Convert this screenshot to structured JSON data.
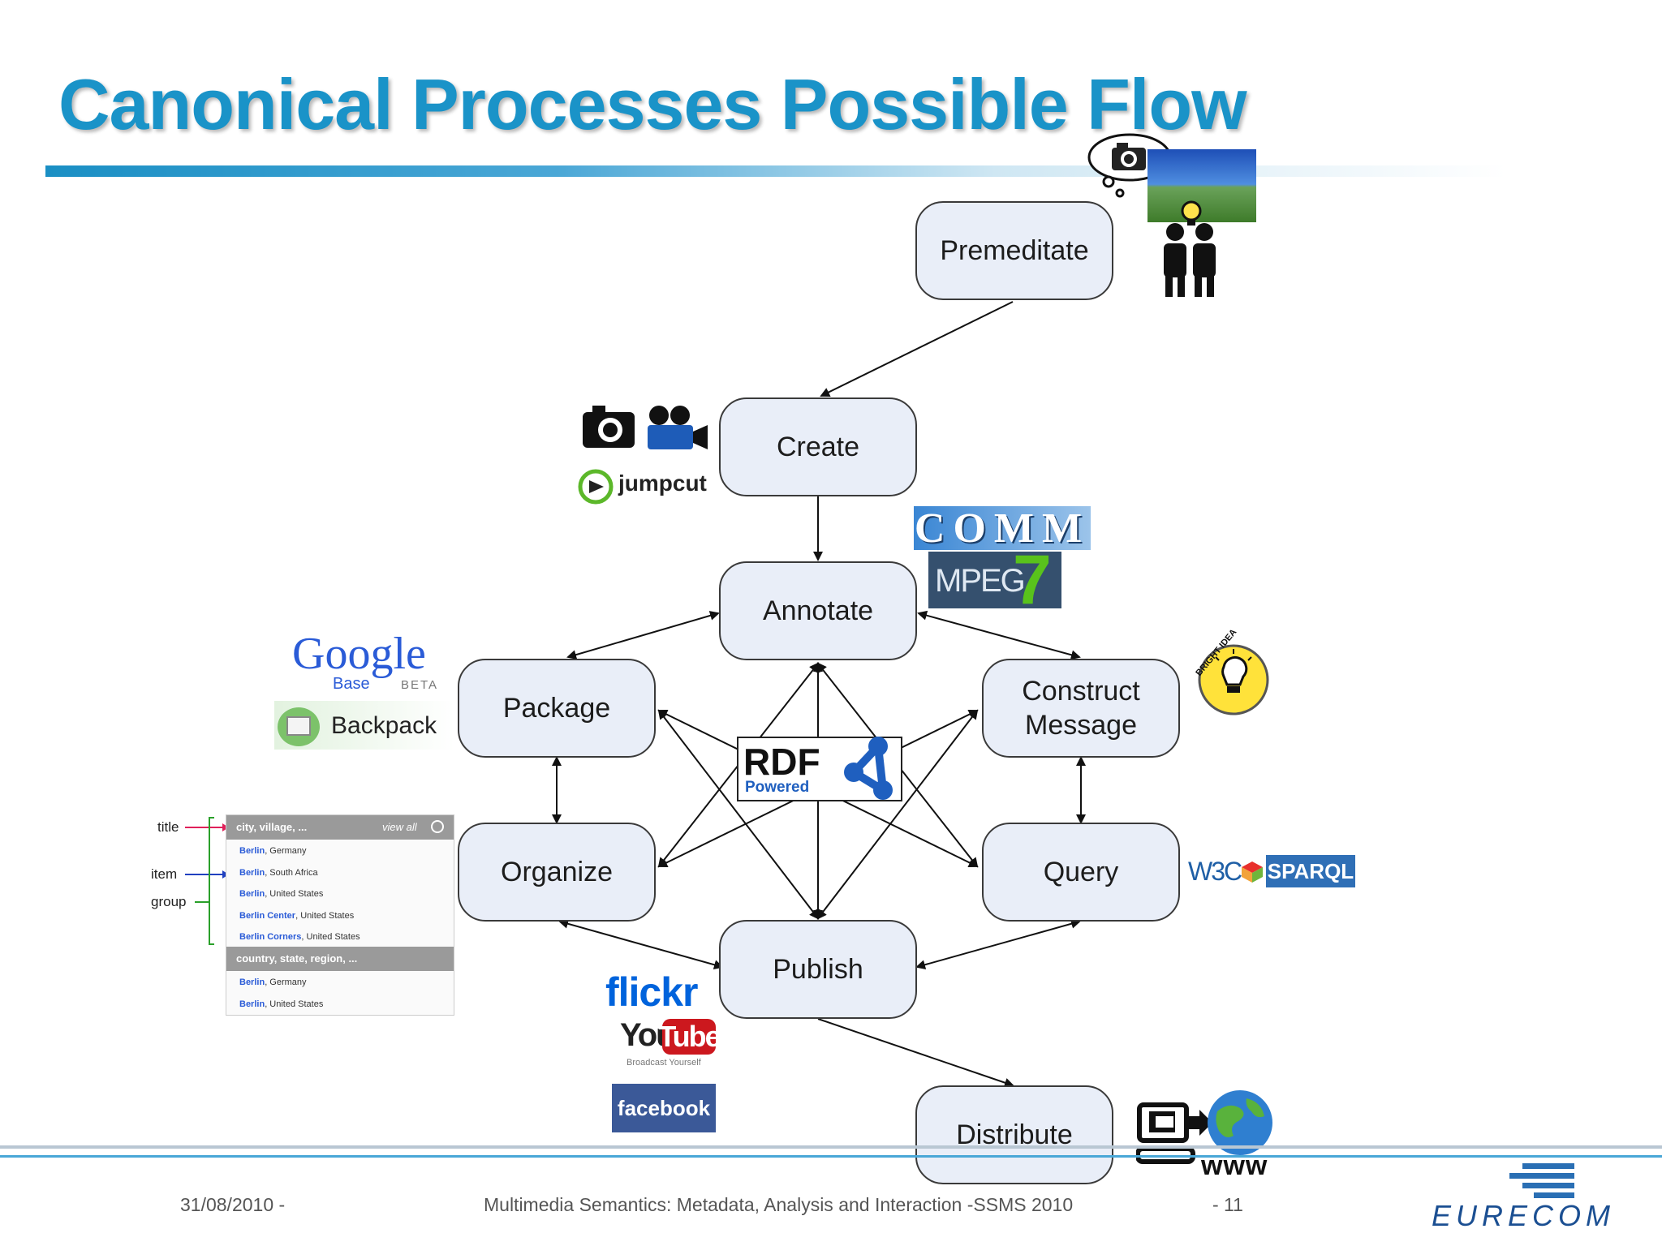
{
  "slide": {
    "title": "Canonical Processes Possible Flow"
  },
  "nodes": {
    "premeditate": "Premeditate",
    "create": "Create",
    "annotate": "Annotate",
    "package": "Package",
    "construct_line1": "Construct",
    "construct_line2": "Message",
    "organize": "Organize",
    "query": "Query",
    "publish": "Publish",
    "distribute": "Distribute"
  },
  "logos": {
    "jumpcut": "jumpcut",
    "comm": "COMM",
    "mpeg": "MPEG",
    "mpeg_num": "7",
    "google": "Google",
    "google_base": "Base",
    "google_beta": "BETA",
    "backpack": "Backpack",
    "bright_idea": "BRIGHT IDEA",
    "rdf": "RDF",
    "rdf_powered": "Powered",
    "w3c": "W3C",
    "sparql": "SPARQL",
    "flickr": "flickr",
    "youtube_you": "You",
    "youtube_tube": "Tube",
    "youtube_tag": "Broadcast Yourself",
    "facebook": "facebook",
    "www": "www"
  },
  "facet_list": {
    "label_title": "title",
    "label_item": "item",
    "label_group": "group",
    "header1": "city, village, ...",
    "view_all": "view all",
    "rows1": [
      {
        "bold": "Berlin",
        "rest": ", Germany"
      },
      {
        "bold": "Berlin",
        "rest": ", South Africa"
      },
      {
        "bold": "Berlin",
        "rest": ", United States"
      },
      {
        "bold": "Berlin Center",
        "rest": ", United States"
      },
      {
        "bold": "Berlin Corners",
        "rest": ", United States"
      }
    ],
    "header2": "country, state, region, ...",
    "rows2": [
      {
        "bold": "Berlin",
        "rest": ", Germany"
      },
      {
        "bold": "Berlin",
        "rest": ", United States"
      }
    ]
  },
  "footer": {
    "date": "31/08/2010 -",
    "event": "Multimedia Semantics: Metadata, Analysis and Interaction -SSMS 2010",
    "page": "- 11",
    "brand": "EURECOM"
  },
  "colors": {
    "title": "#1a93c8",
    "node_fill": "#e9eef8",
    "node_border": "#3a3a3a",
    "facebook": "#3b5998",
    "flickr_blue": "#0063dc",
    "flickr_pink": "#ff0084",
    "youtube_red": "#cc181e"
  }
}
